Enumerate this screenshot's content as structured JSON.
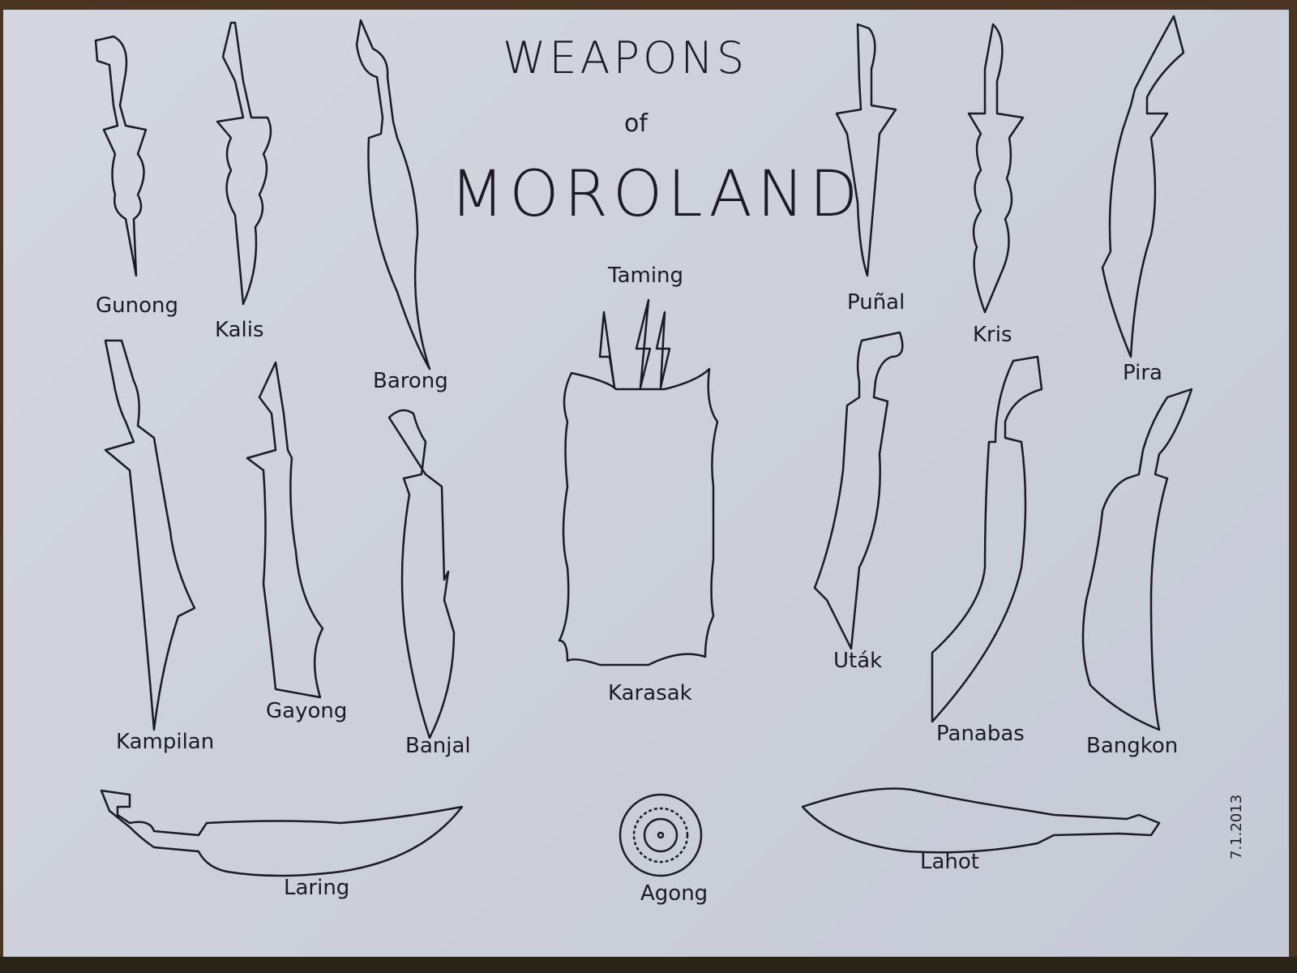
{
  "title": {
    "line1": "WEAPONS",
    "line2": "of",
    "line3": "MOROLAND"
  },
  "weapons": [
    {
      "name": "Gunong"
    },
    {
      "name": "Kalis"
    },
    {
      "name": "Barong"
    },
    {
      "name": "Taming"
    },
    {
      "name": "Puñal"
    },
    {
      "name": "Kris"
    },
    {
      "name": "Pira"
    },
    {
      "name": "Kampilan"
    },
    {
      "name": "Gayong"
    },
    {
      "name": "Banjal"
    },
    {
      "name": "Karasak"
    },
    {
      "name": "Uták"
    },
    {
      "name": "Panabas"
    },
    {
      "name": "Bangkon"
    },
    {
      "name": "Laring"
    },
    {
      "name": "Agong"
    },
    {
      "name": "Lahot"
    }
  ],
  "signature": {
    "date": "7.1.2013"
  },
  "colors": {
    "ink": "#1c1a22",
    "paper": "#cfd2dc",
    "background": "#4a3422"
  }
}
